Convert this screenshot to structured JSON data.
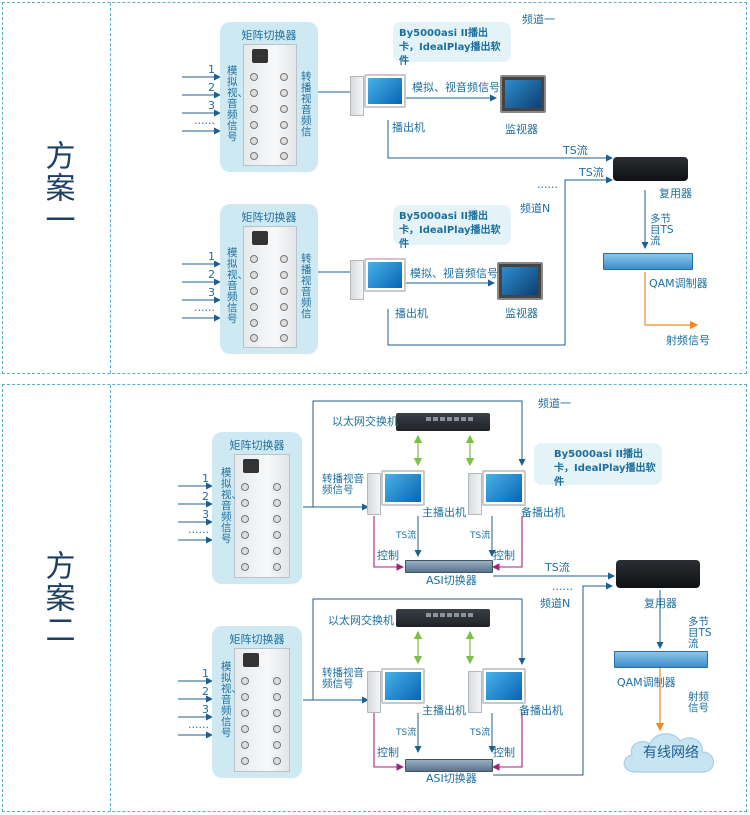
{
  "scheme1": {
    "label": "方案一",
    "group1": {
      "matrix_title": "矩阵切换器",
      "inputs": [
        "1",
        "2",
        "3",
        "······"
      ],
      "input_label": "模拟视、音频信号",
      "output_label": "转播视音频信",
      "callout": "By5000asi II播出卡，IdealPlay播出软件",
      "channel": "频道一",
      "signal": "模拟、视音频信号",
      "monitor": "监视器",
      "player": "播出机",
      "ts": "TS流"
    },
    "group2": {
      "matrix_title": "矩阵切换器",
      "inputs": [
        "1",
        "2",
        "3",
        "······"
      ],
      "input_label": "模拟视、音频信号",
      "output_label": "转播视音频信",
      "callout": "By5000asi II播出卡，IdealPlay播出软件",
      "channel": "频道N",
      "dots": "······",
      "signal": "模拟、视音频信号",
      "monitor": "监视器",
      "player": "播出机",
      "ts": "TS流"
    },
    "mux": "复用器",
    "multi_program": "多节目TS流",
    "qam": "QAM调制器",
    "rf": "射频信号"
  },
  "scheme2": {
    "label": "方案二",
    "group1": {
      "matrix_title": "矩阵切换器",
      "inputs": [
        "1",
        "2",
        "3",
        "······"
      ],
      "input_label": "模拟视、音频信号",
      "output_label": "转播视音频信号",
      "switch": "以太网交换机",
      "channel": "频道一",
      "callout": "By5000asi II播出卡，IdealPlay播出软件",
      "main_player": "主播出机",
      "backup_player": "备播出机",
      "ts_left": "TS流",
      "ts_right": "TS流",
      "control_left": "控制",
      "control_right": "控制",
      "asi": "ASI切换器",
      "ts_out": "TS流"
    },
    "group2": {
      "matrix_title": "矩阵切换器",
      "inputs": [
        "1",
        "2",
        "3",
        "······"
      ],
      "input_label": "模拟视、音频信号",
      "output_label": "转播视音频信号",
      "switch": "以太网交换机",
      "channel": "频道N",
      "dots": "······",
      "main_player": "主播出机",
      "backup_player": "备播出机",
      "ts_left": "TS流",
      "ts_right": "TS流",
      "control_left": "控制",
      "control_right": "控制",
      "asi": "ASI切换器"
    },
    "mux": "复用器",
    "multi_program": "多节目TS流",
    "qam": "QAM调制器",
    "rf": "射频信号",
    "cable_net": "有线网络"
  },
  "colors": {
    "border": "#5ab0c8",
    "line": "#1d5f8f",
    "green_arrow": "#7ac142",
    "orange_arrow": "#f08a24",
    "purple_arrow": "#a8207e",
    "matrix_bg": "#cfe9f3"
  }
}
